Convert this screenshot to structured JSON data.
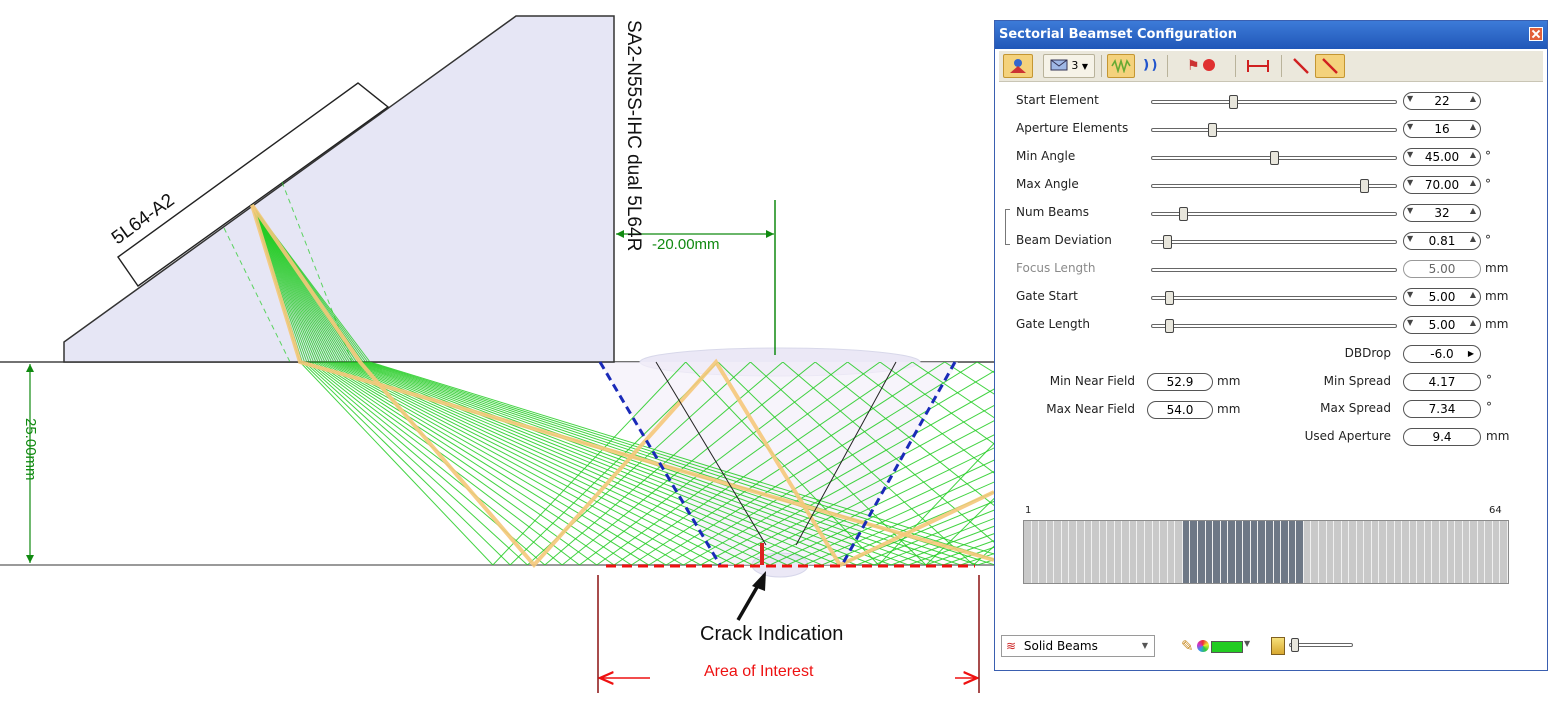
{
  "diagram": {
    "probe_label": "5L64-A2",
    "wedge_label": "SA2-N55S-IHC dual 5L64R",
    "offset_label": "-20.00mm",
    "thickness_label": "25.00mm",
    "crack_label": "Crack Indication",
    "area_label": "Area of Interest"
  },
  "colors": {
    "wedge_fill": "#e6e6f5",
    "beam_green": "#22cc22",
    "beam_orange": "#f5c87a",
    "dim_green": "#108a10",
    "area_red": "#ee1111",
    "weld_blue": "#1a2ab8",
    "crack_red": "#dd2222",
    "title_blue": "#2a63c6"
  },
  "dialog": {
    "title": "Sectorial Beamset Configuration",
    "toolbar": {
      "element_count": "3"
    },
    "params": [
      {
        "label": "Start Element",
        "value": "22",
        "unit": "",
        "level": 0.33
      },
      {
        "label": "Aperture Elements",
        "value": "16",
        "unit": "",
        "level": 0.24
      },
      {
        "label": "Min Angle",
        "value": "45.00",
        "unit": "°",
        "level": 0.5
      },
      {
        "label": "Max Angle",
        "value": "70.00",
        "unit": "°",
        "level": 0.88
      },
      {
        "label": "Num Beams",
        "value": "32",
        "unit": "",
        "level": 0.12
      },
      {
        "label": "Beam Deviation",
        "value": "0.81",
        "unit": "°",
        "level": 0.05
      },
      {
        "label": "Focus Length",
        "value": "5.00",
        "unit": "mm",
        "level": null,
        "disabled": true
      },
      {
        "label": "Gate Start",
        "value": "5.00",
        "unit": "mm",
        "level": 0.06
      },
      {
        "label": "Gate Length",
        "value": "5.00",
        "unit": "mm",
        "level": 0.06
      }
    ],
    "info": {
      "dbdrop_label": "DBDrop",
      "dbdrop_value": "-6.0",
      "min_near_field_label": "Min Near Field",
      "min_near_field_value": "52.9",
      "max_near_field_label": "Max Near Field",
      "max_near_field_value": "54.0",
      "near_field_unit": "mm",
      "min_spread_label": "Min Spread",
      "min_spread_value": "4.17",
      "max_spread_label": "Max Spread",
      "max_spread_value": "7.34",
      "spread_unit": "°",
      "used_aperture_label": "Used Aperture",
      "used_aperture_value": "9.4",
      "used_aperture_unit": "mm"
    },
    "aperture_bar": {
      "min_label": "1",
      "max_label": "64",
      "total": 64,
      "active_start": 22,
      "active_count": 16
    },
    "bottom": {
      "beam_mode": "Solid Beams",
      "color_swatch": "#22cc22"
    }
  }
}
